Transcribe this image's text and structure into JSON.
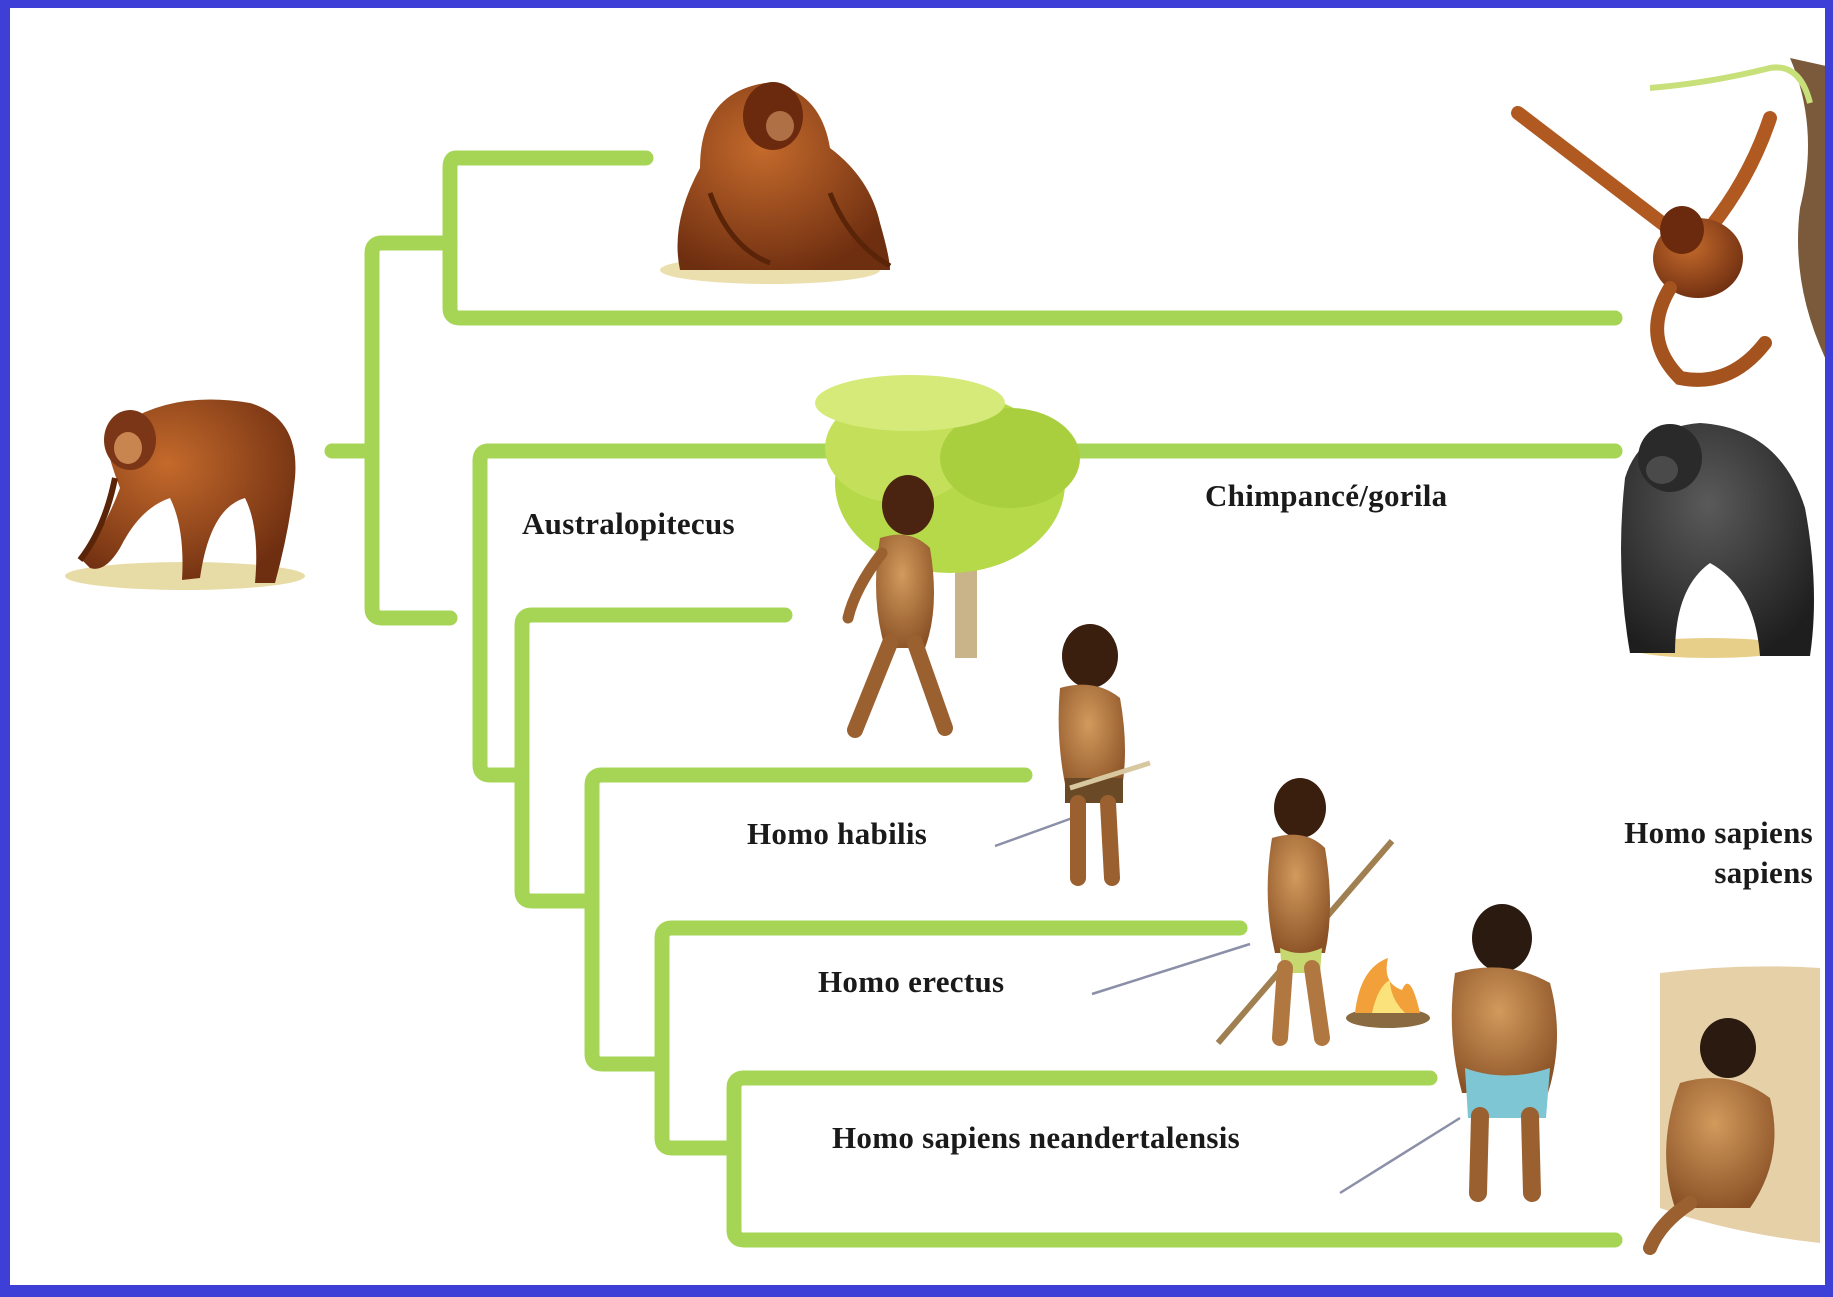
{
  "labels": {
    "australopitecus": "Australopitecus",
    "chimp_gorila": "Chimpancé/gorila",
    "homo_habilis": "Homo habilis",
    "homo_erectus": "Homo erectus",
    "neandertalensis": "Homo sapiens neandertalensis",
    "sapiens_line1": "Homo sapiens",
    "sapiens_line2": "sapiens"
  },
  "colors": {
    "frame": "#3d3fd6",
    "branch": "#a6d454",
    "background": "#ffffff"
  },
  "illustrations": [
    "ancestral-ape-figure",
    "orangutan-sitting-figure",
    "gibbon-hanging-figure",
    "tree-figure",
    "australopithecus-walking-figure",
    "gorilla-figure",
    "homo-habilis-figure",
    "homo-erectus-figure",
    "fire-figure",
    "homo-sapiens-figure",
    "neanderthal-figure"
  ]
}
